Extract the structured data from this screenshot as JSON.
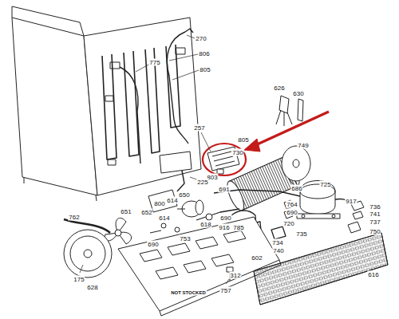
{
  "diagram": {
    "labels": [
      "270",
      "806",
      "775",
      "805",
      "626",
      "630",
      "257",
      "805",
      "730",
      "749",
      "803",
      "225",
      "725",
      "691",
      "686",
      "650",
      "614",
      "800",
      "764",
      "917",
      "736",
      "690",
      "741",
      "651",
      "652",
      "614",
      "618",
      "690",
      "720",
      "737",
      "762",
      "916",
      "785",
      "753",
      "690",
      "734",
      "735",
      "750",
      "740",
      "602",
      "312",
      "616",
      "175",
      "628",
      "757",
      "NOT STOCKED"
    ]
  }
}
